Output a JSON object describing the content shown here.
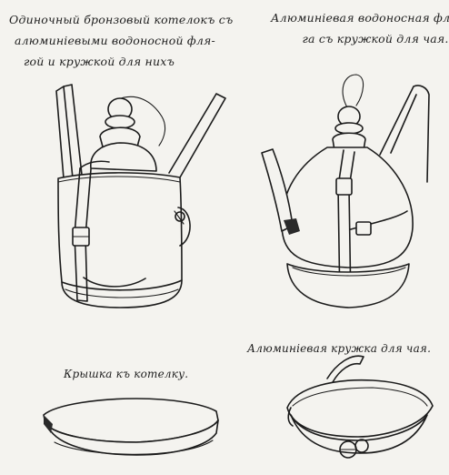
{
  "captions": {
    "pot": {
      "line1": "Одиночный бронзовый котелокъ съ",
      "line2": "алюминіевыми водоносной фля-",
      "line3": "гой и кружкой для нихъ"
    },
    "flask": {
      "line1": "Алюминіевая водоносная фля-",
      "line2": "га съ кружкой для чая."
    },
    "lid": "Крышка къ котелку.",
    "cup": "Алюминіевая кружка для чая."
  },
  "colors": {
    "paper": "#f4f3ef",
    "ink": "#1b1b1b"
  }
}
